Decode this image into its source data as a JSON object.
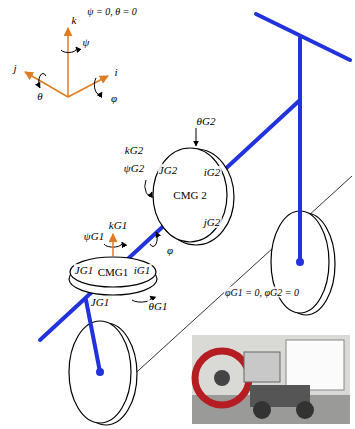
{
  "diagram": {
    "nodes": [
      {
        "text": [
          "CMG 2"
        ]
      },
      {
        "text": [
          "CMG1"
        ]
      }
    ],
    "labels": [
      "ψ = 0, θ = 0",
      "k",
      "ψ",
      "j",
      "θ",
      "i",
      "φ",
      "θG2",
      "ψG2",
      "kG2",
      "JG2",
      "iG2",
      "jG2",
      "kG1",
      "ψG1",
      "JG1",
      "iG1",
      "φ",
      "JG1",
      "θG1",
      "φG1 = 0, φG2 = 0"
    ]
  }
}
